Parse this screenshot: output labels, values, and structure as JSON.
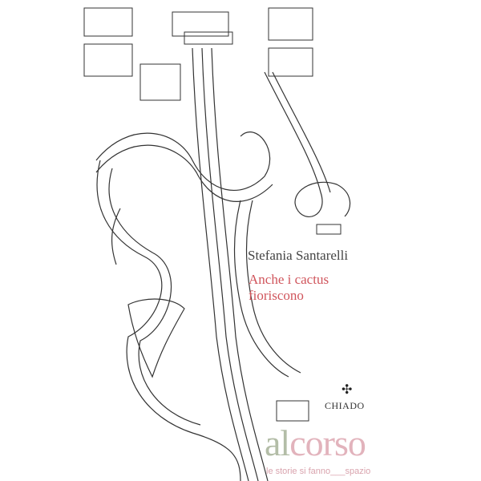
{
  "book": {
    "author": "Stefania Santarelli",
    "title_line1": "Anche i cactus",
    "title_line2": "fioriscono",
    "publisher": "CHIADO"
  },
  "watermark": {
    "brand_part1": "al",
    "brand_part2": "corso",
    "tagline": "le storie si fanno___spazio"
  },
  "colors": {
    "title": "#d0555c",
    "watermark_green": "#9aa88a",
    "watermark_pink": "#d99aa6"
  }
}
